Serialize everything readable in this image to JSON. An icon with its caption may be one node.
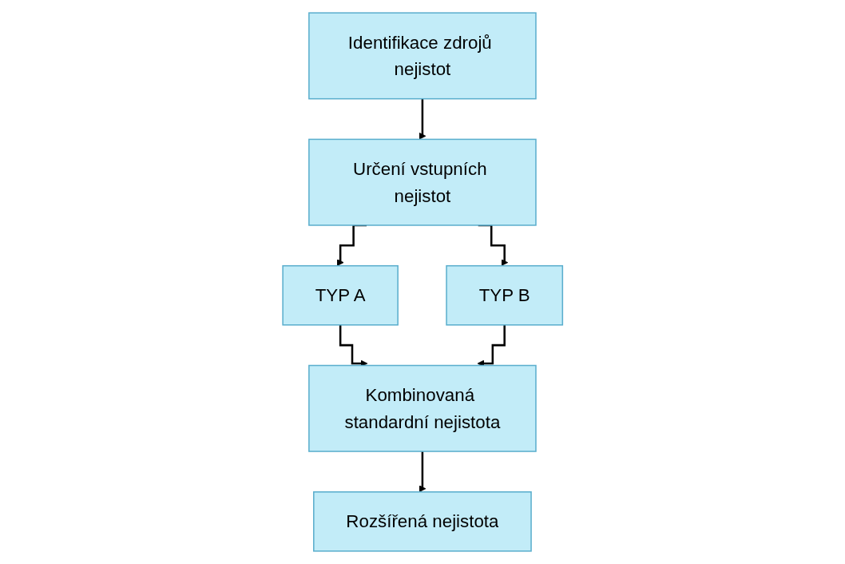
{
  "diagram": {
    "nodes": [
      {
        "text": [
          "Identifikace zdrojů nejistot"
        ]
      },
      {
        "text": [
          "Určení vstupních nejistot"
        ]
      },
      {
        "text": [
          "TYP A"
        ]
      },
      {
        "text": [
          "TYP B"
        ]
      },
      {
        "text": [
          "Kombinovaná standardní nejistota"
        ]
      },
      {
        "text": [
          "Rozšířená nejistota"
        ]
      }
    ],
    "edges": [
      {
        "from": 0,
        "to": 1,
        "arrow": "to"
      },
      {
        "from": 1,
        "to": 2,
        "arrow": "to"
      },
      {
        "from": 1,
        "to": 3,
        "arrow": "to"
      },
      {
        "from": 2,
        "to": 4,
        "arrow": "to"
      },
      {
        "from": 3,
        "to": 4,
        "arrow": "to"
      },
      {
        "from": 4,
        "to": 5,
        "arrow": "to"
      }
    ]
  }
}
